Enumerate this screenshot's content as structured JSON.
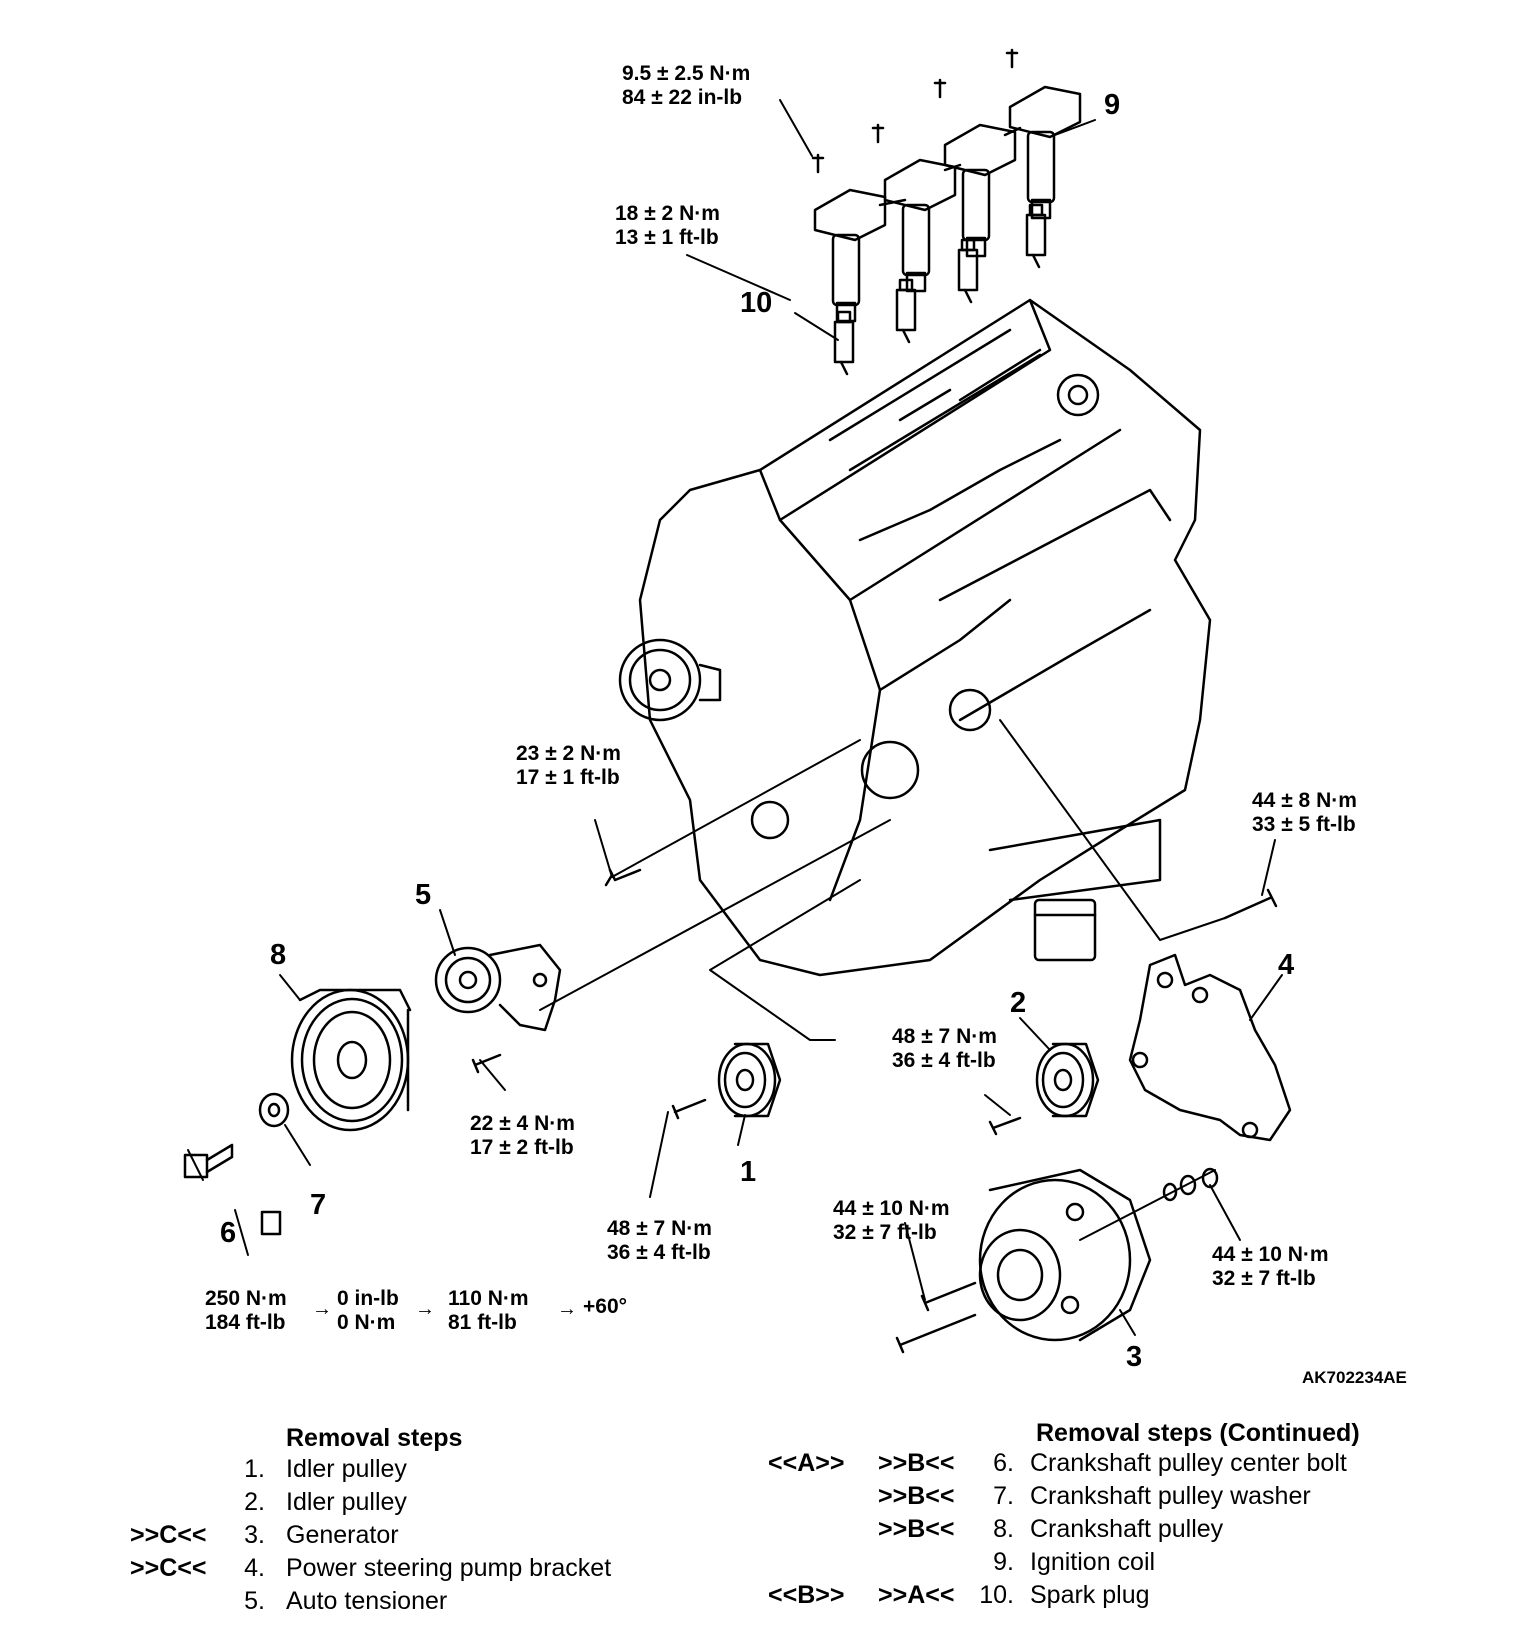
{
  "figure_id": "AK702234AE",
  "callouts": [
    "1",
    "2",
    "3",
    "4",
    "5",
    "6",
    "7",
    "8",
    "9",
    "10"
  ],
  "torques": {
    "coil_bolt": [
      "9.5 ± 2.5 N·m",
      "84 ± 22 in-lb"
    ],
    "spark_plug": [
      "18 ± 2 N·m",
      "13 ± 1 ft-lb"
    ],
    "tensioner_bolt_a": [
      "23 ± 2 N·m",
      "17 ± 1 ft-lb"
    ],
    "ps_bracket_bolt": [
      "44 ± 8 N·m",
      "33 ± 5 ft-lb"
    ],
    "tensioner_bolt_b": [
      "22 ± 4 N·m",
      "17 ± 2 ft-lb"
    ],
    "idler2_bolt": [
      "48 ± 7 N·m",
      "36 ± 4 ft-lb"
    ],
    "idler1_bolt": [
      "48 ± 7 N·m",
      "36 ± 4 ft-lb"
    ],
    "gen_bolt_left": [
      "44 ± 10 N·m",
      "32 ± 7 ft-lb"
    ],
    "gen_bolt_right": [
      "44 ± 10 N·m",
      "32 ± 7 ft-lb"
    ]
  },
  "center_bolt_sequence": {
    "step1": [
      "250 N·m",
      "184 ft-lb"
    ],
    "step2": [
      "0 in-lb",
      "0 N·m"
    ],
    "step3": [
      "110 N·m",
      "81 ft-lb"
    ],
    "step4": "+60°",
    "arrow": "→"
  },
  "removal_steps": {
    "title": "Removal steps",
    "title_continued": "Removal steps (Continued)",
    "left": [
      {
        "code1": "",
        "code2": "",
        "num": "1.",
        "text": "Idler pulley"
      },
      {
        "code1": "",
        "code2": "",
        "num": "2.",
        "text": "Idler pulley"
      },
      {
        "code1": ">>C<<",
        "code2": "",
        "num": "3.",
        "text": "Generator"
      },
      {
        "code1": ">>C<<",
        "code2": "",
        "num": "4.",
        "text": "Power steering pump bracket"
      },
      {
        "code1": "",
        "code2": "",
        "num": "5.",
        "text": "Auto tensioner"
      }
    ],
    "right": [
      {
        "code1": "<<A>>",
        "code2": ">>B<<",
        "num": "6.",
        "text": "Crankshaft pulley center bolt"
      },
      {
        "code1": "",
        "code2": ">>B<<",
        "num": "7.",
        "text": "Crankshaft pulley washer"
      },
      {
        "code1": "",
        "code2": ">>B<<",
        "num": "8.",
        "text": "Crankshaft pulley"
      },
      {
        "code1": "",
        "code2": "",
        "num": "9.",
        "text": "Ignition coil"
      },
      {
        "code1": "<<B>>",
        "code2": ">>A<<",
        "num": "10.",
        "text": "Spark plug"
      }
    ]
  }
}
